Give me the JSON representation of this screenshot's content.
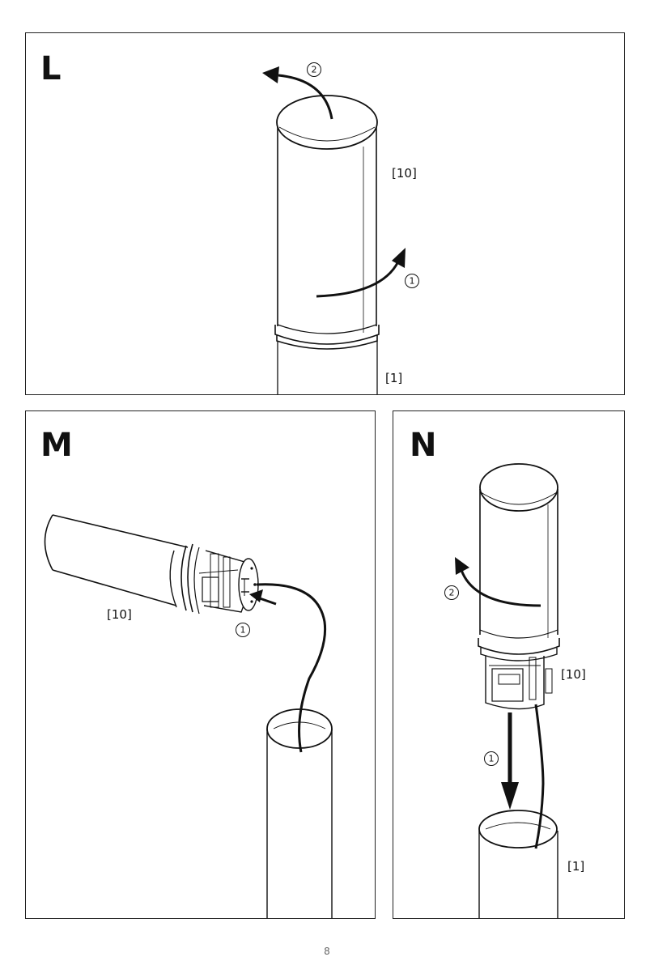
{
  "page_number": "8",
  "panels": {
    "l": {
      "letter": "L",
      "part_top": "[10]",
      "part_bottom": "[1]",
      "step1": "1",
      "step2": "2"
    },
    "m": {
      "letter": "M",
      "part": "[10]",
      "step1": "1"
    },
    "n": {
      "letter": "N",
      "part_top": "[10]",
      "part_bottom": "[1]",
      "step1": "1",
      "step2": "2"
    }
  },
  "colors": {
    "line": "#111111",
    "frame": "#222222",
    "page_number": "#666666"
  }
}
